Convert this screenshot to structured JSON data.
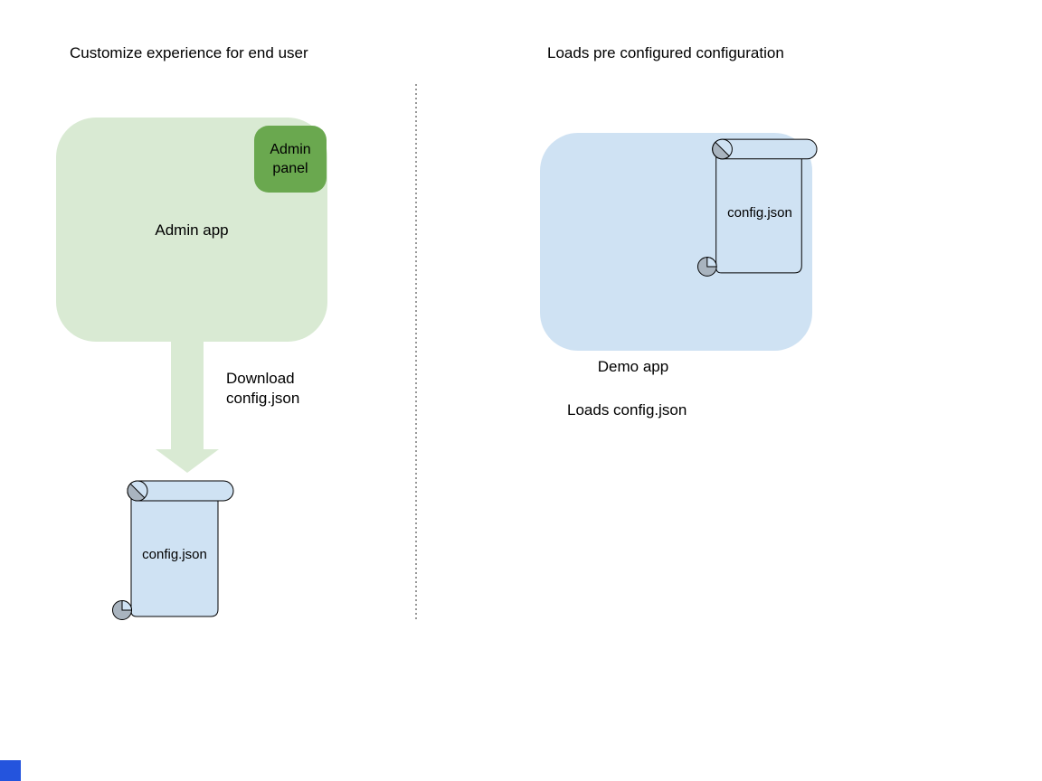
{
  "colors": {
    "admin_app_fill": "#d9ead3",
    "admin_panel_fill": "#6aa84f",
    "arrow_fill": "#d9ead3",
    "demo_app_fill": "#cfe2f3",
    "scroll_fill": "#cfe2f3",
    "curl_gray": "#a9b4bf",
    "outline": "#000000",
    "divider_gray": "#999999",
    "corner_square": "#2454dd"
  },
  "left": {
    "title": "Customize experience for end user",
    "admin_app": "Admin app",
    "admin_panel": "Admin panel",
    "download_line1": "Download",
    "download_line2": "config.json",
    "scroll_label": "config.json"
  },
  "right": {
    "title": "Loads pre configured configuration",
    "demo_app": "Demo app",
    "scroll_label": "config.json",
    "caption": "Loads config.json"
  }
}
